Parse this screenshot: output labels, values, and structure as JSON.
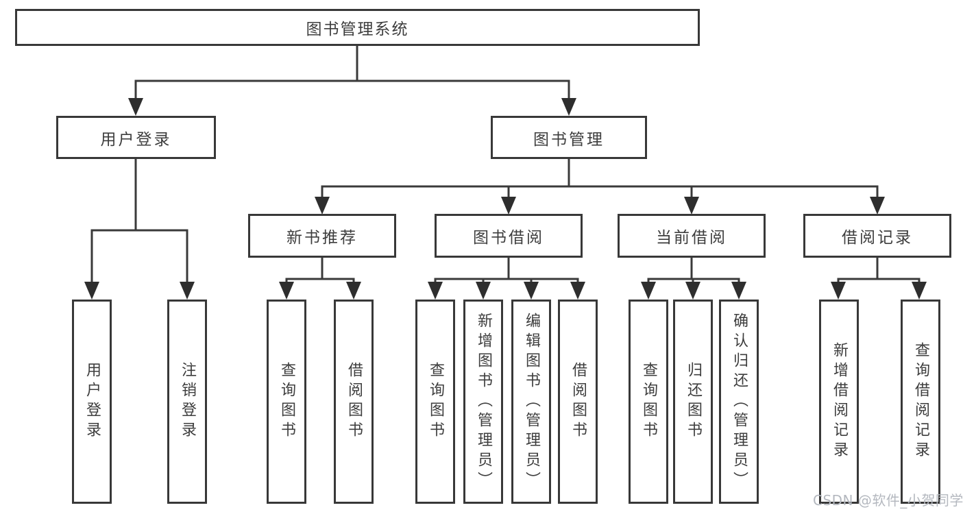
{
  "tree": {
    "root": "图书管理系统",
    "branches": [
      {
        "label": "用户登录",
        "children": [
          "用户登录",
          "注销登录"
        ]
      },
      {
        "label": "图书管理",
        "modules": [
          {
            "label": "新书推荐",
            "children": [
              "查询图书",
              "借阅图书"
            ]
          },
          {
            "label": "图书借阅",
            "children": [
              "查询图书",
              "新增图书（管理员）",
              "编辑图书（管理员）",
              "借阅图书"
            ]
          },
          {
            "label": "当前借阅",
            "children": [
              "查询图书",
              "归还图书",
              "确认归还（管理员）"
            ]
          },
          {
            "label": "借阅记录",
            "children": [
              "新增借阅记录",
              "查询借阅记录"
            ]
          }
        ]
      }
    ]
  },
  "watermark": "CSDN @软件_小贺同学",
  "colors": {
    "line": "#3a3a3a",
    "arrow": "#2e2e2e",
    "border": "#383838",
    "text": "#3d3d3d",
    "background": "#ffffff",
    "watermark": "#b4b8bf"
  }
}
